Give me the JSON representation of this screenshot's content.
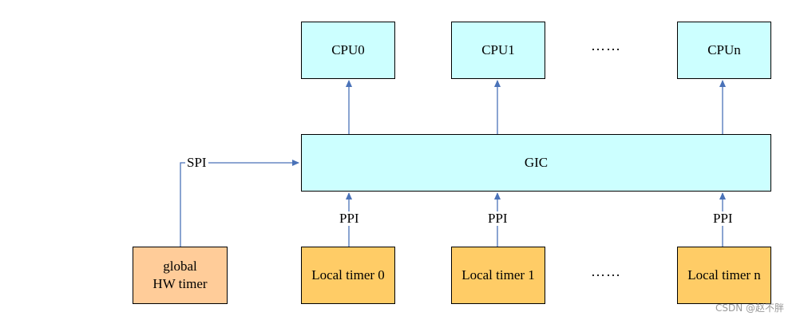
{
  "cpus": [
    {
      "label": "CPU0"
    },
    {
      "label": "CPU1"
    },
    {
      "label": "CPUn"
    }
  ],
  "cpu_ellipsis": "……",
  "gic": {
    "label": "GIC"
  },
  "spi_label": "SPI",
  "ppi_labels": [
    "PPI",
    "PPI",
    "PPI"
  ],
  "global_timer": {
    "line1": "global",
    "line2": "HW timer"
  },
  "local_timers": [
    {
      "label": "Local timer 0"
    },
    {
      "label": "Local timer 1"
    },
    {
      "label": "Local timer n"
    }
  ],
  "timer_ellipsis": "……",
  "watermark": "CSDN @赵不胖",
  "colors": {
    "cpu_fill": "#ccffff",
    "gic_fill": "#ccffff",
    "local_timer_fill": "#ffcc66",
    "global_timer_fill": "#ffcc99",
    "wire": "#4a72b8"
  }
}
